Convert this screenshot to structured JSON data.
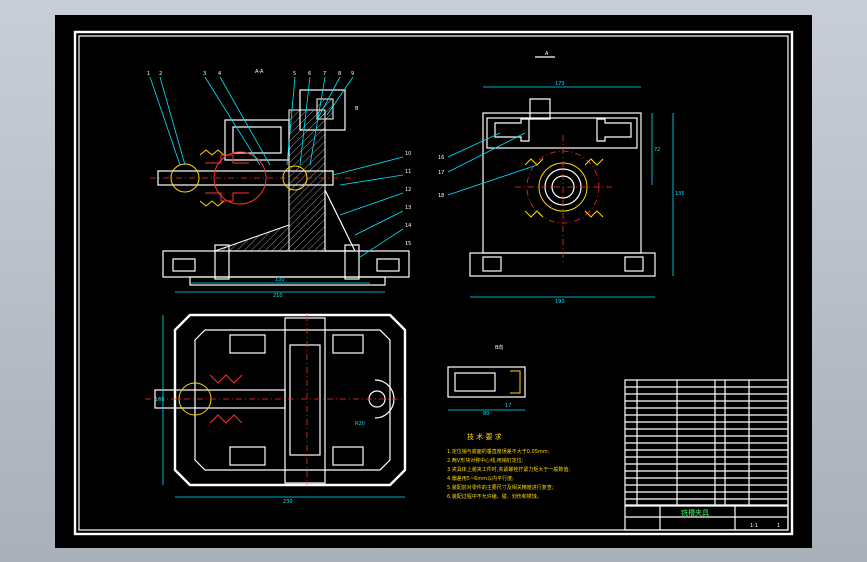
{
  "drawing": {
    "section_label": "A-A",
    "view_label_top_right": "A",
    "view_label_b": "B",
    "view_label_small": "B向",
    "tech_title": "技 术 要 求",
    "tech_requirements": [
      "1.定位销与底面的垂直度误差不大于0.05mm;",
      "2.两V形块对称中心线,用销钉定位;",
      "3.夹具体上装夹工件时,夹紧螺栓拧紧力矩大于一般数值;",
      "4.偏差用5~6mm以内平行度;",
      "5.装配前对零件的主要尺寸及相关精度进行复查;",
      "6.装配过程中不允许磕、碰、划伤和锈蚀。"
    ],
    "part_numbers_left": [
      "1",
      "2",
      "3",
      "4",
      "5",
      "6",
      "7",
      "8",
      "9",
      "10",
      "11",
      "12",
      "13",
      "14",
      "15"
    ],
    "part_numbers_right": [
      "16",
      "17",
      "18"
    ],
    "dimensions": {
      "left_width": "210",
      "left_inner": "130",
      "right_top": "173",
      "right_bottom": "190",
      "right_height": "135",
      "right_small": "72",
      "plan_width": "230",
      "plan_height": "165",
      "plan_r": "R20",
      "small_w": "80",
      "small_h": "17"
    },
    "title_block": {
      "name": "铣槽夹具",
      "drawing_no": "",
      "scale": "1:1",
      "sheet": "1"
    }
  }
}
